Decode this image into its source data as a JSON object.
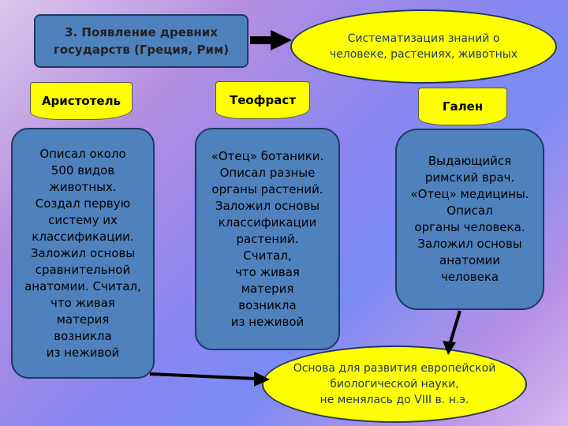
{
  "header": {
    "title": "3. Появление древних\nгосударств (Греция, Рим)",
    "goal": "Систематизация знаний о\nчеловеке, растениях, животных"
  },
  "scientists": [
    {
      "name": "Аристотель",
      "description": "Описал около\n500 видов\nживотных.\nСоздал первую\nсистему их\nклассификации.\nЗаложил основы\nсравнительной\nанатомии. Считал,\nчто живая\nматерия\nвозникла\nиз неживой"
    },
    {
      "name": "Теофраст",
      "description": "«Отец» ботаники.\nОписал разные\nорганы растений.\nЗаложил основы\nклассификации\nрастений.\nСчитал,\nчто живая\nматерия\nвозникла\nиз неживой"
    },
    {
      "name": "Гален",
      "description": "Выдающийся\nримский врач.\n«Отец» медицины.\nОписал\nорганы человека.\nЗаложил основы\nанатомии\nчеловека"
    }
  ],
  "conclusion": "Основа для развития европейской\nбиологической науки,\nне менялась до VIII в. н.э.",
  "colors": {
    "box": "#4f81bd",
    "border": "#1f3864",
    "highlight": "#ffff00"
  }
}
